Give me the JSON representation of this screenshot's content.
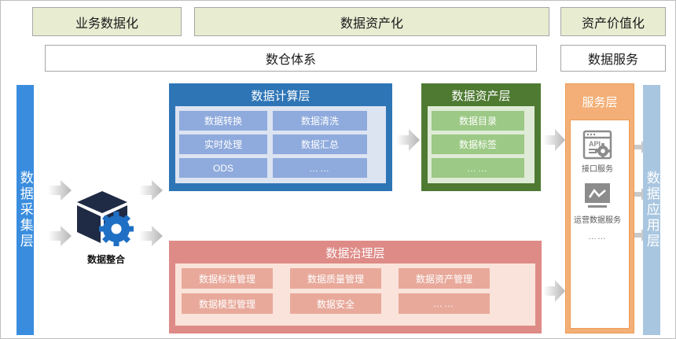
{
  "header": {
    "top_boxes": [
      {
        "label": "业务数据化"
      },
      {
        "label": "数据资产化"
      },
      {
        "label": "资产价值化"
      }
    ],
    "second_boxes": [
      {
        "label": "数仓体系"
      },
      {
        "label": "数据服务"
      }
    ]
  },
  "collect_layer": {
    "label": "数据采集层",
    "color": "#3A8DDE"
  },
  "integration": {
    "label": "数据整合",
    "cube_color": "#1F2A44",
    "gear_color": "#1F6FC4"
  },
  "compute_layer": {
    "title": "数据计算层",
    "color": "#2E75B6",
    "body_color": "#DCE4F2",
    "cell_color": "#8FAADC",
    "cells": [
      "数据转换",
      "数据清洗",
      "实时处理",
      "数据汇总",
      "ODS",
      "……"
    ]
  },
  "asset_layer": {
    "title": "数据资产层",
    "color": "#4E7A32",
    "body_color": "#DFEBD6",
    "cell_color": "#9CC985",
    "cells": [
      "数据目录",
      "数据标签",
      "……"
    ]
  },
  "governance_layer": {
    "title": "数据治理层",
    "color": "#DE8B87",
    "body_color": "#FAE3DA",
    "cell_color": "#E8A99B",
    "cells": [
      "数据标准管理",
      "数据质量管理",
      "数据资产管理",
      "数据模型管理",
      "数据安全",
      "……"
    ]
  },
  "service_layer": {
    "title": "服务层",
    "color": "#F3AF77",
    "items": [
      {
        "icon": "api-window-gear-icon",
        "label": "接口服务"
      },
      {
        "icon": "monitor-chart-icon",
        "label": "运营数据服务"
      }
    ],
    "more": "……"
  },
  "app_layer": {
    "label": "数据应用层",
    "color": "#A9C6E0"
  }
}
